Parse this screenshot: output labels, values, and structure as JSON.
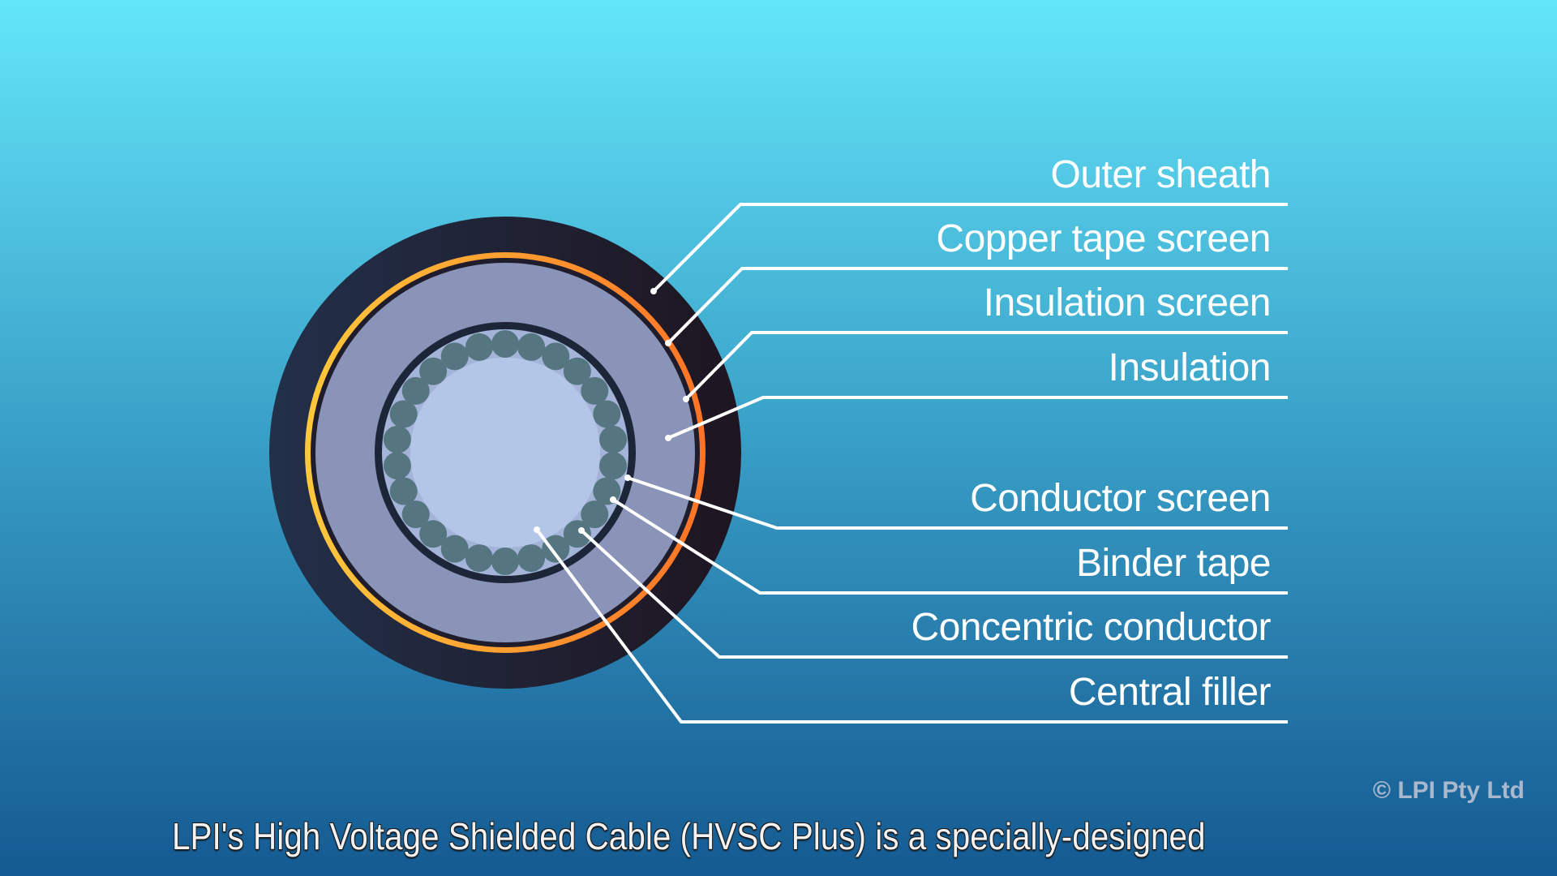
{
  "diagram": {
    "title": "HVSC Plus cable cross-section",
    "colors": {
      "outer_sheath": "#1f2238",
      "copper_tape_screen_start": "#ffc83c",
      "copper_tape_screen_end": "#ff7a2a",
      "insulation_screen": "#1c1c2c",
      "insulation": "#8a93b8",
      "conductor_screen": "#1d2638",
      "binder_tape": "#a4b4d8",
      "concentric_conductor": "#557580",
      "central_filler": "#b3c6e8",
      "leader_line": "#ffffff"
    },
    "concentric_strand_count": 26,
    "labels": [
      {
        "id": "outer-sheath",
        "text": "Outer sheath"
      },
      {
        "id": "copper-tape-screen",
        "text": "Copper tape screen"
      },
      {
        "id": "insulation-screen",
        "text": "Insulation screen"
      },
      {
        "id": "insulation",
        "text": "Insulation"
      },
      {
        "id": "conductor-screen",
        "text": "Conductor screen"
      },
      {
        "id": "binder-tape",
        "text": "Binder tape"
      },
      {
        "id": "concentric-conductor",
        "text": "Concentric conductor"
      },
      {
        "id": "central-filler",
        "text": "Central filler"
      }
    ]
  },
  "copyright": "© LPI Pty Ltd",
  "caption": "LPI's High Voltage Shielded Cable (HVSC Plus) is a specially-designed"
}
